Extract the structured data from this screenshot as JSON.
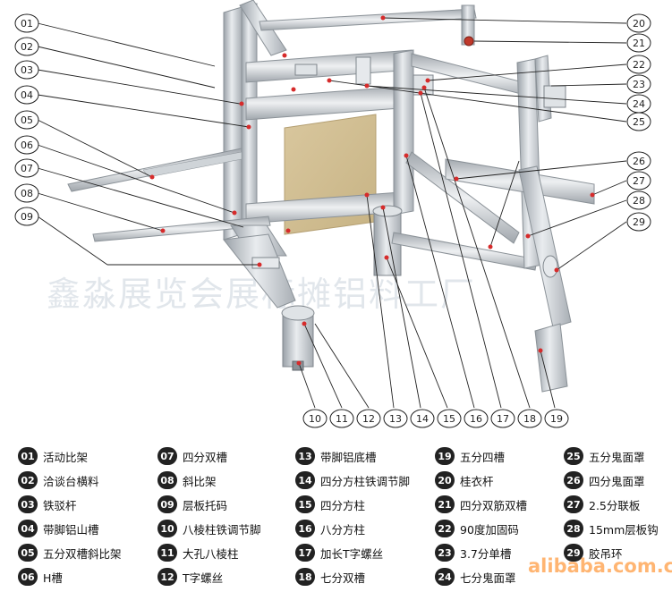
{
  "watermark": "鑫淼展览会展标摊铝料工厂",
  "site_watermark": "alibaba.com.cn",
  "callouts": [
    "01",
    "02",
    "03",
    "04",
    "05",
    "06",
    "07",
    "08",
    "09",
    "10",
    "11",
    "12",
    "13",
    "14",
    "15",
    "16",
    "17",
    "18",
    "19",
    "20",
    "21",
    "22",
    "23",
    "24",
    "25",
    "26",
    "27",
    "28",
    "29"
  ],
  "legend": [
    {
      "num": "01",
      "label": "活动比架"
    },
    {
      "num": "02",
      "label": "洽谈台横料"
    },
    {
      "num": "03",
      "label": "铁驳杆"
    },
    {
      "num": "04",
      "label": "带脚铝山槽"
    },
    {
      "num": "05",
      "label": "五分双槽斜比架"
    },
    {
      "num": "06",
      "label": "H槽"
    },
    {
      "num": "07",
      "label": "四分双槽"
    },
    {
      "num": "08",
      "label": "斜比架"
    },
    {
      "num": "09",
      "label": "层板托码"
    },
    {
      "num": "10",
      "label": "八棱柱铁调节脚"
    },
    {
      "num": "11",
      "label": "大孔八棱柱"
    },
    {
      "num": "12",
      "label": "T字螺丝"
    },
    {
      "num": "13",
      "label": "带脚铝底槽"
    },
    {
      "num": "14",
      "label": "四分方柱铁调节脚"
    },
    {
      "num": "15",
      "label": "四分方柱"
    },
    {
      "num": "16",
      "label": "八分方柱"
    },
    {
      "num": "17",
      "label": "加长T字螺丝"
    },
    {
      "num": "18",
      "label": "七分双槽"
    },
    {
      "num": "19",
      "label": "五分四槽"
    },
    {
      "num": "20",
      "label": "桂衣杆"
    },
    {
      "num": "21",
      "label": "四分双筋双槽"
    },
    {
      "num": "22",
      "label": "90度加固码"
    },
    {
      "num": "23",
      "label": "3.7分单槽"
    },
    {
      "num": "24",
      "label": "七分鬼面罩"
    },
    {
      "num": "25",
      "label": "五分鬼面罩"
    },
    {
      "num": "26",
      "label": "四分鬼面罩"
    },
    {
      "num": "27",
      "label": "2.5分联板"
    },
    {
      "num": "28",
      "label": "15mm层板钩"
    },
    {
      "num": "29",
      "label": "胶吊环"
    }
  ]
}
